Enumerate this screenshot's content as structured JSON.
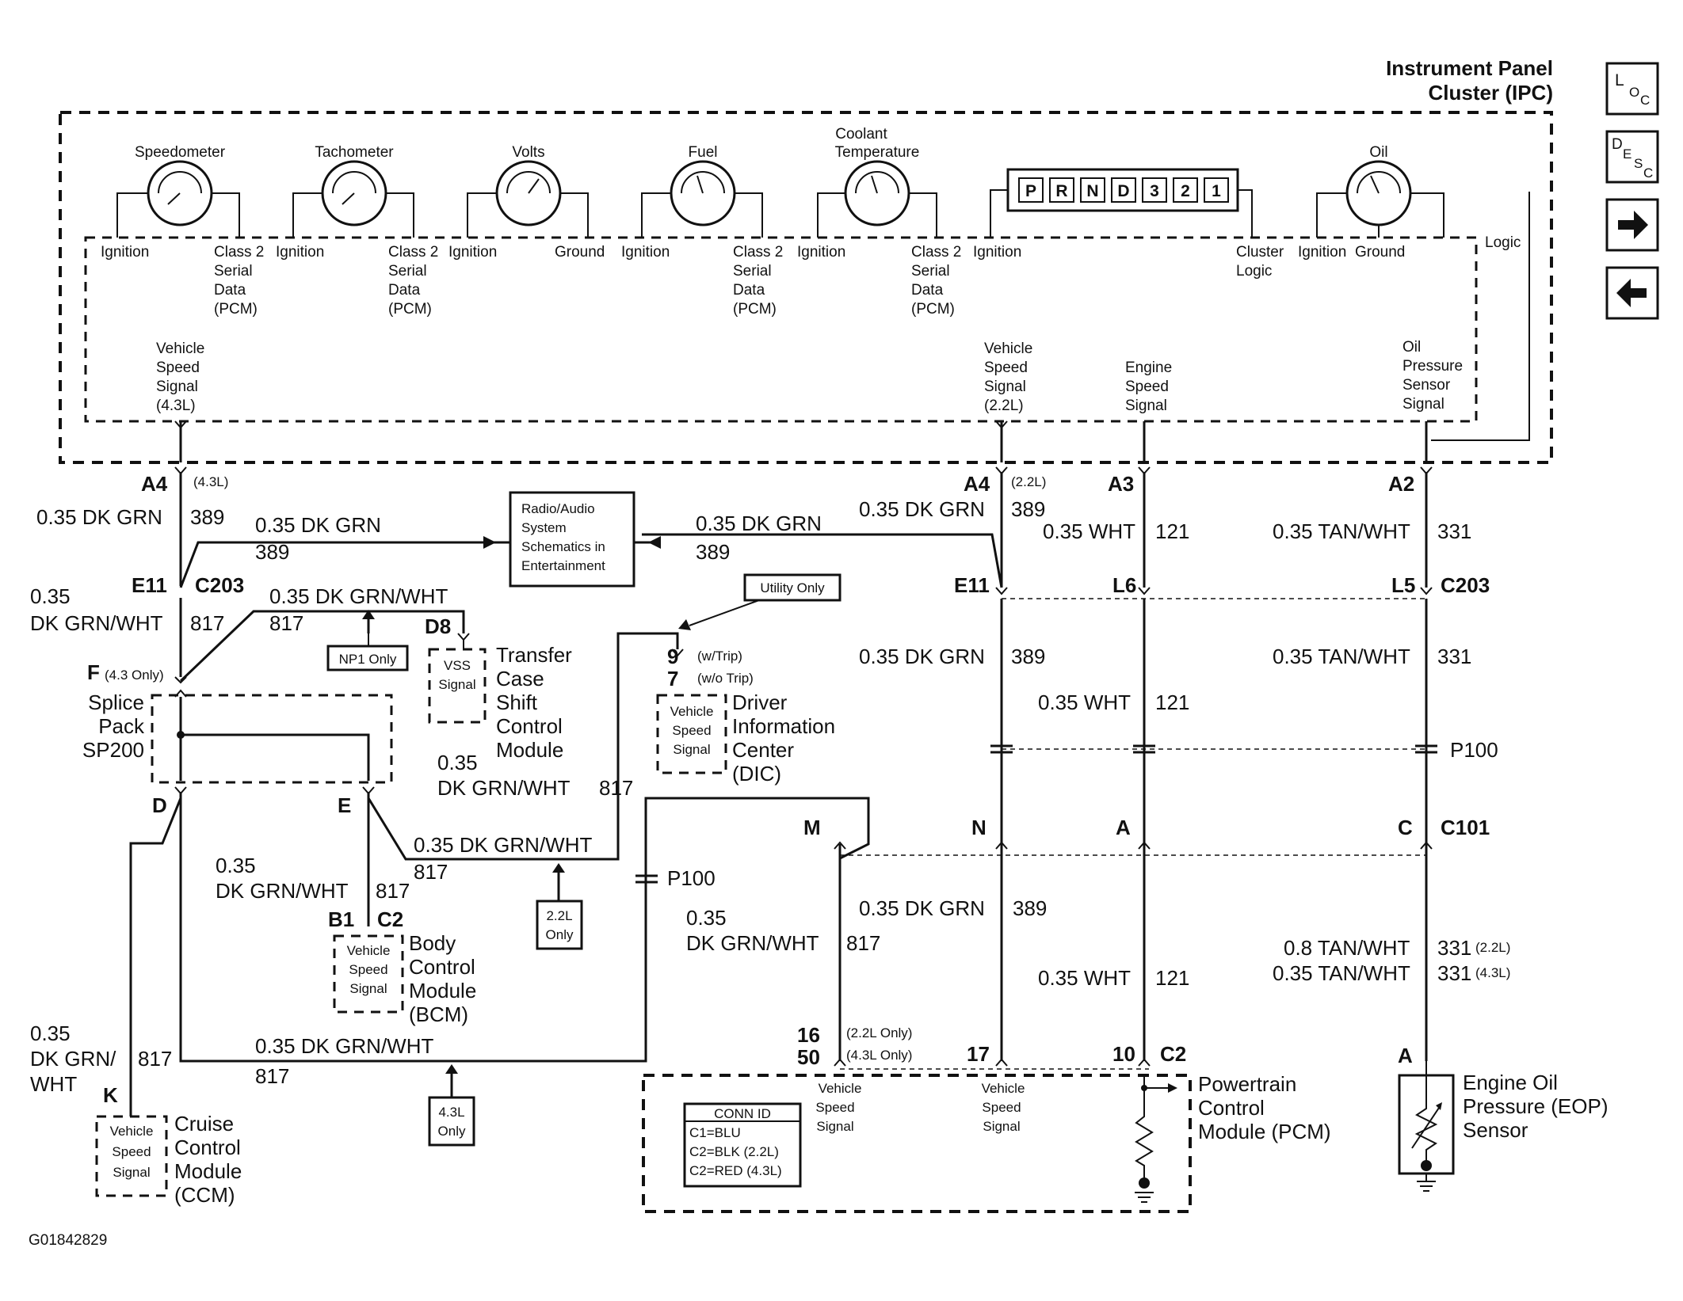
{
  "figure_id": "G01842829",
  "ipc": {
    "title_line1": "Instrument Panel",
    "title_line2": "Cluster (IPC)",
    "gauges": [
      {
        "name": "Speedometer",
        "left": [
          "Ignition"
        ],
        "right": [
          "Class 2",
          "Serial",
          "Data",
          "(PCM)"
        ]
      },
      {
        "name": "Tachometer",
        "left": [
          "Ignition"
        ],
        "right": [
          "Class 2",
          "Serial",
          "Data",
          "(PCM)"
        ]
      },
      {
        "name": "Volts",
        "left": [
          "Ignition"
        ],
        "right": [
          "Ground"
        ]
      },
      {
        "name": "Fuel",
        "left": [
          "Ignition"
        ],
        "right": [
          "Class 2",
          "Serial",
          "Data",
          "(PCM)"
        ]
      },
      {
        "name": "Coolant Temperature",
        "name_lines": [
          "Coolant",
          "Temperature"
        ],
        "left": [
          "Ignition"
        ],
        "right": [
          "Class 2",
          "Serial",
          "Data",
          "(PCM)"
        ]
      },
      {
        "name": "Oil",
        "left": [
          "Ignition"
        ],
        "right": [
          "Ground"
        ]
      }
    ],
    "prnd": {
      "letters": [
        "P",
        "R",
        "N",
        "D",
        "3",
        "2",
        "1"
      ],
      "left": "Ignition",
      "right": [
        "Cluster",
        "Logic"
      ]
    },
    "logic_label": "Logic",
    "signals": {
      "vss43": [
        "Vehicle",
        "Speed",
        "Signal",
        "(4.3L)"
      ],
      "vss22": [
        "Vehicle",
        "Speed",
        "Signal",
        "(2.2L)"
      ],
      "ess": [
        "Engine",
        "Speed",
        "Signal"
      ],
      "ops": [
        "Oil",
        "Pressure",
        "Sensor",
        "Signal"
      ]
    }
  },
  "nav": {
    "loc_letters": [
      "L",
      "O",
      "C"
    ],
    "desc_letters": [
      "D",
      "E",
      "S",
      "C"
    ]
  },
  "pins": {
    "a4_left": "A4",
    "a4_left_note": "(4.3L)",
    "a4_right": "A4",
    "a4_right_note": "(2.2L)",
    "a3": "A3",
    "a2": "A2",
    "e11_left": "E11",
    "c203_left": "C203",
    "e11_right": "E11",
    "l6": "L6",
    "l5": "L5",
    "c203_right": "C203",
    "f": "F",
    "f_note": "(4.3 Only)",
    "d": "D",
    "e": "E",
    "d8": "D8",
    "p9": "9",
    "p9_note": "(w/Trip)",
    "p7": "7",
    "p7_note": "(w/o Trip)",
    "m": "M",
    "n": "N",
    "a_c101": "A",
    "c": "C",
    "c101": "C101",
    "b1": "B1",
    "c2_bcm": "C2",
    "k": "K",
    "p16": "16",
    "p16_note": "(2.2L Only)",
    "p50": "50",
    "p50_note": "(4.3L Only)",
    "p17": "17",
    "p10": "10",
    "c2_pcm": "C2",
    "a_eop": "A"
  },
  "wires": {
    "w1": "0.35 DK GRN",
    "c1": "389",
    "w2": "0.35 DK GRN",
    "c2": "389",
    "w3": "0.35 DK GRN",
    "c3": "389",
    "w4": "0.35 DK GRN",
    "c4": "389",
    "w5": "0.35 WHT",
    "c5": "121",
    "w6": "0.35 TAN/WHT",
    "c6": "331",
    "w7_line1": "0.35",
    "w7_line2": "DK GRN/WHT",
    "c7": "817",
    "w8": "0.35 DK GRN/WHT",
    "c8": "817",
    "w9": "0.35 DK GRN",
    "c9": "389",
    "w10": "0.35 TAN/WHT",
    "c10": "331",
    "w11": "0.35 WHT",
    "c11": "121",
    "w12_line1": "0.35",
    "w12_line2": "DK GRN/WHT",
    "c12": "817",
    "w13": "0.35 DK GRN/WHT",
    "c13": "817",
    "w14_line1": "0.35",
    "w14_line2": "DK GRN/WHT",
    "c14": "817",
    "w15": "0.35 DK GRN",
    "c15": "389",
    "w16_line1": "0.35",
    "w16_line2": "DK GRN/WHT",
    "c16": "817",
    "w17": "0.35 WHT",
    "c17": "121",
    "w18": "0.8 TAN/WHT",
    "c18": "331",
    "c18_note": "(2.2L)",
    "w19": "0.35 TAN/WHT",
    "c19": "331",
    "c19_note": "(4.3L)",
    "w20_line1": "0.35",
    "w20_line2": "DK GRN/",
    "w20_line3": "WHT",
    "c20": "817",
    "w21": "0.35 DK GRN/WHT",
    "c21": "817"
  },
  "splice": {
    "line1": "Splice",
    "line2": "Pack",
    "line3": "SP200"
  },
  "p100": "P100",
  "notes": {
    "np1": "NP1 Only",
    "utility": "Utility Only",
    "l22_1": "2.2L",
    "l22_2": "Only",
    "l43_1": "4.3L",
    "l43_2": "Only"
  },
  "radio": [
    "Radio/Audio",
    "System",
    "Schematics in",
    "Entertainment"
  ],
  "modules": {
    "tcscm": {
      "box": [
        "VSS",
        "Signal"
      ],
      "label": [
        "Transfer",
        "Case",
        "Shift",
        "Control",
        "Module"
      ]
    },
    "dic": {
      "box": [
        "Vehicle",
        "Speed",
        "Signal"
      ],
      "label": [
        "Driver",
        "Information",
        "Center",
        "(DIC)"
      ]
    },
    "bcm": {
      "box": [
        "Vehicle",
        "Speed",
        "Signal"
      ],
      "label": [
        "Body",
        "Control",
        "Module",
        "(BCM)"
      ]
    },
    "ccm": {
      "box": [
        "Vehicle",
        "Speed",
        "Signal"
      ],
      "label": [
        "Cruise",
        "Control",
        "Module",
        "(CCM)"
      ]
    },
    "pcm": {
      "label": [
        "Powertrain",
        "Control",
        "Module (PCM)"
      ],
      "vss1": [
        "Vehicle",
        "Speed",
        "Signal"
      ],
      "vss2": [
        "Vehicle",
        "Speed",
        "Signal"
      ],
      "conn_id": [
        "CONN ID",
        "C1=BLU",
        "C2=BLK (2.2L)",
        "C2=RED (4.3L)"
      ]
    },
    "eop": {
      "label": [
        "Engine Oil",
        "Pressure (EOP)",
        "Sensor"
      ]
    }
  }
}
